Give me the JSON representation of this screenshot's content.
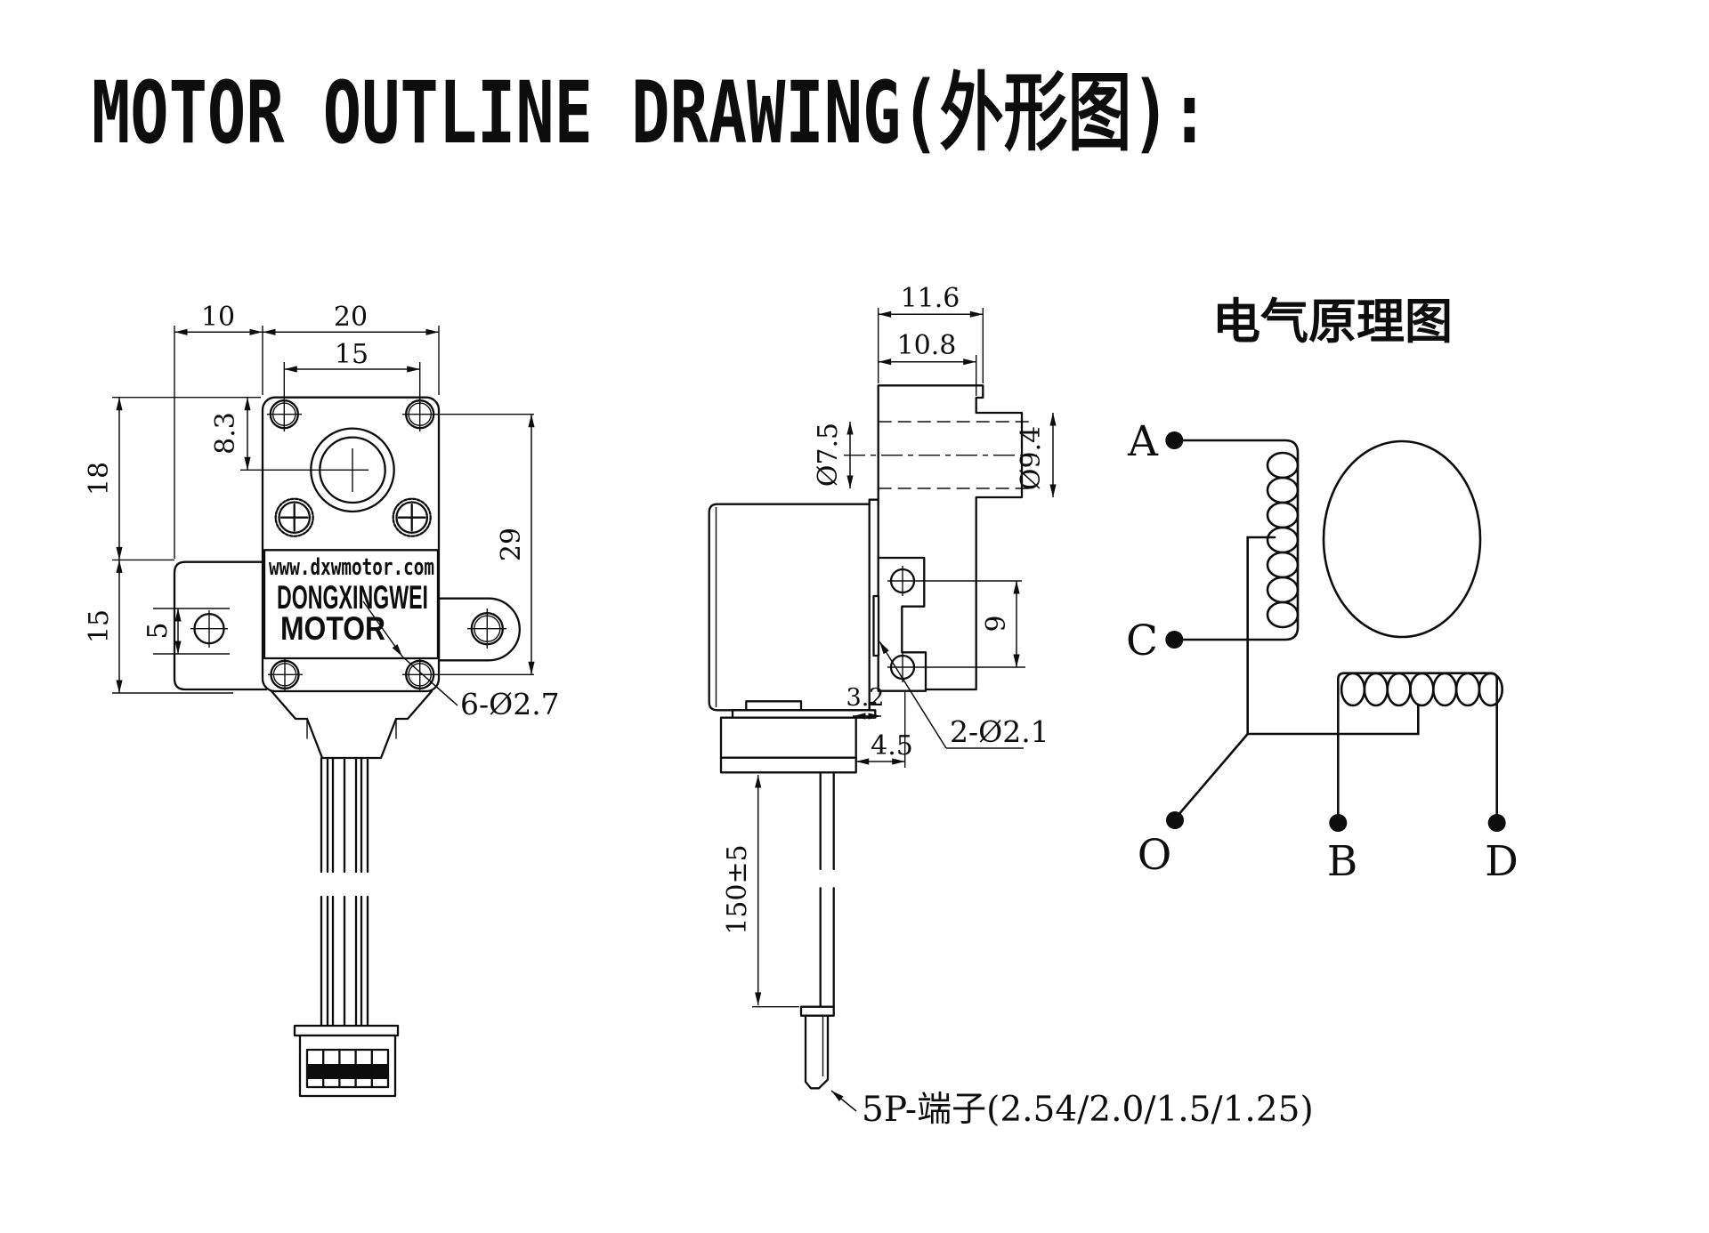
{
  "page_title": "MOTOR OUTLINE DRAWING(外形图):",
  "front_view": {
    "label": {
      "url": "www.dxwmotor.com",
      "brand": "DONGXINGWEI",
      "product": "MOTOR"
    },
    "dims": {
      "offset_left": "10",
      "plate_width": "20",
      "hole_spacing": "15",
      "shaft_offset": "8.3",
      "upper_height": "18",
      "lower_height": "15",
      "ear_slot": "5",
      "total_height": "29",
      "screw_callout": "6-Ø2.7"
    }
  },
  "side_view": {
    "dims": {
      "depth_total": "11.6",
      "depth_plate": "10.8",
      "shaft_dia": "Ø7.5",
      "boss_dia": "Ø9.4",
      "hole_spacing": "9",
      "gap": "3.2",
      "tab_depth": "4.5",
      "hole_callout": "2-Ø2.1",
      "wire_length": "150±5"
    },
    "connector_callout": "5P-端子(2.54/2.0/1.5/1.25)"
  },
  "schematic": {
    "title": "电气原理图",
    "terminals": {
      "a": "A",
      "c": "C",
      "o": "O",
      "b": "B",
      "d": "D"
    }
  }
}
